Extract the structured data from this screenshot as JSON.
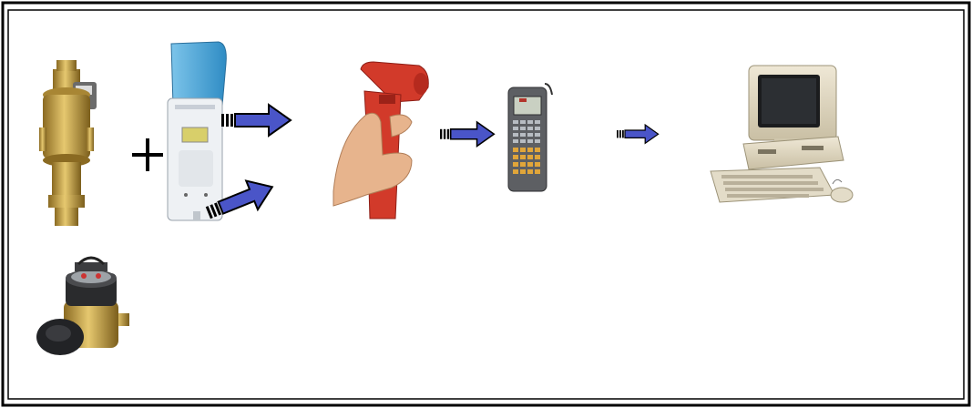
{
  "diagram": {
    "kind": "meter-reading-data-flow",
    "frame_style": "double-line border",
    "colors": {
      "border": "#000000",
      "arrow_fill": "#4a55c8",
      "arrow_stroke": "#000000",
      "brass": "#c9a44a",
      "reader_red": "#d23a2a",
      "module_blue": "#3d9ed6",
      "beige": "#dcd3bd"
    },
    "nodes": [
      {
        "id": "brass-water-meter",
        "icon": "brass-meter-icon"
      },
      {
        "id": "plus-sign",
        "icon": "plus-icon"
      },
      {
        "id": "radio-module",
        "icon": "radio-module-icon"
      },
      {
        "id": "handheld-red-reader",
        "icon": "red-reader-icon"
      },
      {
        "id": "handheld-terminal",
        "icon": "handheld-terminal-icon"
      },
      {
        "id": "desktop-computer",
        "icon": "desktop-computer-icon"
      },
      {
        "id": "compact-water-meter",
        "icon": "compact-meter-icon"
      }
    ],
    "arrows": [
      {
        "from": "radio-module",
        "to": "handheld-red-reader",
        "direction": "right"
      },
      {
        "from": "radio-module",
        "to": "handheld-red-reader",
        "direction": "up-right"
      },
      {
        "from": "handheld-red-reader",
        "to": "handheld-terminal",
        "direction": "right"
      },
      {
        "from": "handheld-terminal",
        "to": "desktop-computer",
        "direction": "right"
      }
    ]
  }
}
